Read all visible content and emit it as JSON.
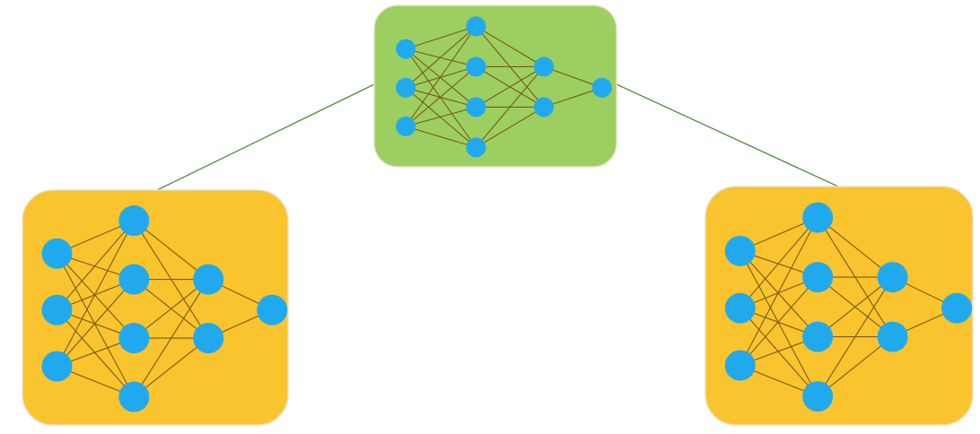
{
  "colors": {
    "background": "#ffffff",
    "root_box": "#9ccf5f",
    "client_box": "#f9c42e",
    "box_border": "#e9e2c8",
    "neuron": "#21a9ee",
    "synapse": "#7a5a1c",
    "link": "#5c8f4a"
  },
  "network": {
    "layers": [
      3,
      4,
      2,
      1
    ],
    "fully_connected": true
  },
  "boxes": [
    {
      "id": "central-model",
      "kind": "root"
    },
    {
      "id": "client-model-left",
      "kind": "client"
    },
    {
      "id": "client-model-right",
      "kind": "client"
    }
  ],
  "links": [
    {
      "from": "central-model",
      "to": "client-model-left"
    },
    {
      "from": "central-model",
      "to": "client-model-right"
    }
  ]
}
